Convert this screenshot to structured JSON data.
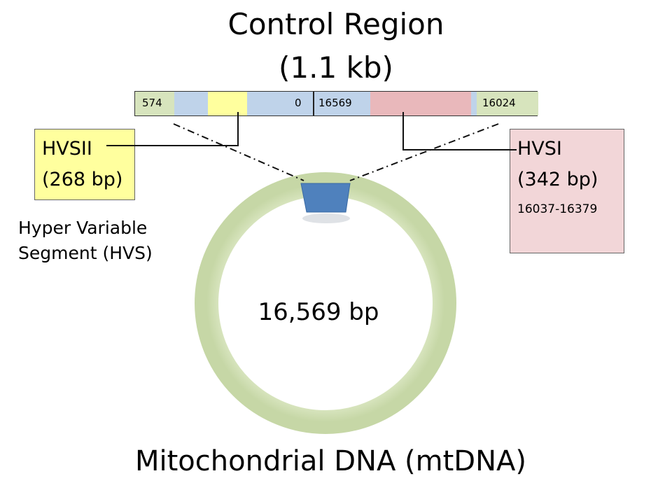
{
  "diagram": {
    "title_line1": "Control Region",
    "title_line2": "(1.1 kb)",
    "bar": {
      "label_left": "574",
      "label_zero": "0",
      "label_mid": "16569",
      "label_right": "16024"
    },
    "hvsii": {
      "name": "HVSII",
      "size": "(268 bp)"
    },
    "hvsi": {
      "name": "HVSI",
      "size": "(342 bp)",
      "range": "16037-16379"
    },
    "hvs_caption_line1": "Hyper Variable",
    "hvs_caption_line2": "Segment (HVS)",
    "genome_size": "16,569 bp",
    "bottom_title": "Mitochondrial DNA (mtDNA)"
  },
  "colors": {
    "ring": "#d7e4bd",
    "control_segment": "#4f81bd",
    "bar_blue": "#bfd3ea",
    "bar_green": "#d7e4bd",
    "hvsii_yellow": "#ffff9e",
    "hvsi_pink": "#f2d6d8"
  }
}
